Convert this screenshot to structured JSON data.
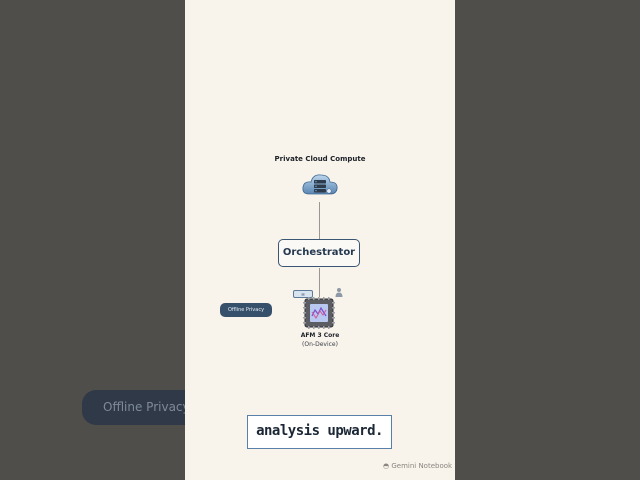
{
  "diagram": {
    "cloud_node": {
      "label": "Private Cloud Compute",
      "icon": "cloud-server-icon"
    },
    "orchestrator_node": {
      "label": "Orchestrator"
    },
    "chip_node": {
      "label": "AFM 3 Core",
      "sublabel": "(On-Device)",
      "icon": "chip-icon",
      "badge_icon": "mail-badge-icon",
      "person_icon": "person-icon"
    },
    "offline_pill": {
      "label": "Offline Privacy"
    }
  },
  "background": {
    "blurred_pill_label": "Offline Privacy"
  },
  "caption": {
    "text": "analysis upward."
  },
  "watermark": {
    "text": "Gemini Notebook",
    "icon": "notebook-icon"
  },
  "colors": {
    "panel": "#f8f3eb",
    "accent": "#3a5673",
    "backdrop": "#4e4d49",
    "pill": "#36506b"
  }
}
